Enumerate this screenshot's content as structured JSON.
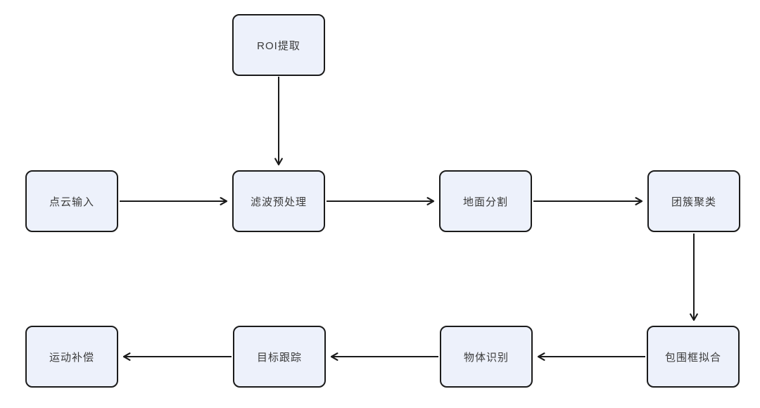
{
  "diagram": {
    "type": "flowchart",
    "nodes": [
      {
        "id": "roi-extraction",
        "label": "ROI提取"
      },
      {
        "id": "point-cloud-input",
        "label": "点云输入"
      },
      {
        "id": "filter-preprocessing",
        "label": "滤波预处理"
      },
      {
        "id": "ground-segmentation",
        "label": "地面分割"
      },
      {
        "id": "cluster-clustering",
        "label": "团簇聚类"
      },
      {
        "id": "bounding-box-fitting",
        "label": "包围框拟合"
      },
      {
        "id": "object-recognition",
        "label": "物体识别"
      },
      {
        "id": "target-tracking",
        "label": "目标跟踪"
      },
      {
        "id": "motion-compensation",
        "label": "运动补偿"
      }
    ],
    "edges": [
      {
        "from": "ROI提取",
        "to": "滤波预处理",
        "direction": "down"
      },
      {
        "from": "点云输入",
        "to": "滤波预处理",
        "direction": "right"
      },
      {
        "from": "滤波预处理",
        "to": "地面分割",
        "direction": "right"
      },
      {
        "from": "地面分割",
        "to": "团簇聚类",
        "direction": "right"
      },
      {
        "from": "团簇聚类",
        "to": "包围框拟合",
        "direction": "down"
      },
      {
        "from": "包围框拟合",
        "to": "物体识别",
        "direction": "left"
      },
      {
        "from": "物体识别",
        "to": "目标跟踪",
        "direction": "left"
      },
      {
        "from": "目标跟踪",
        "to": "运动补偿",
        "direction": "left"
      }
    ],
    "colors": {
      "node_fill": "#edf1fb",
      "node_border": "#1b1b1b",
      "arrow": "#1b1b1b",
      "text": "#3b3b3b",
      "background": "#ffffff"
    }
  }
}
